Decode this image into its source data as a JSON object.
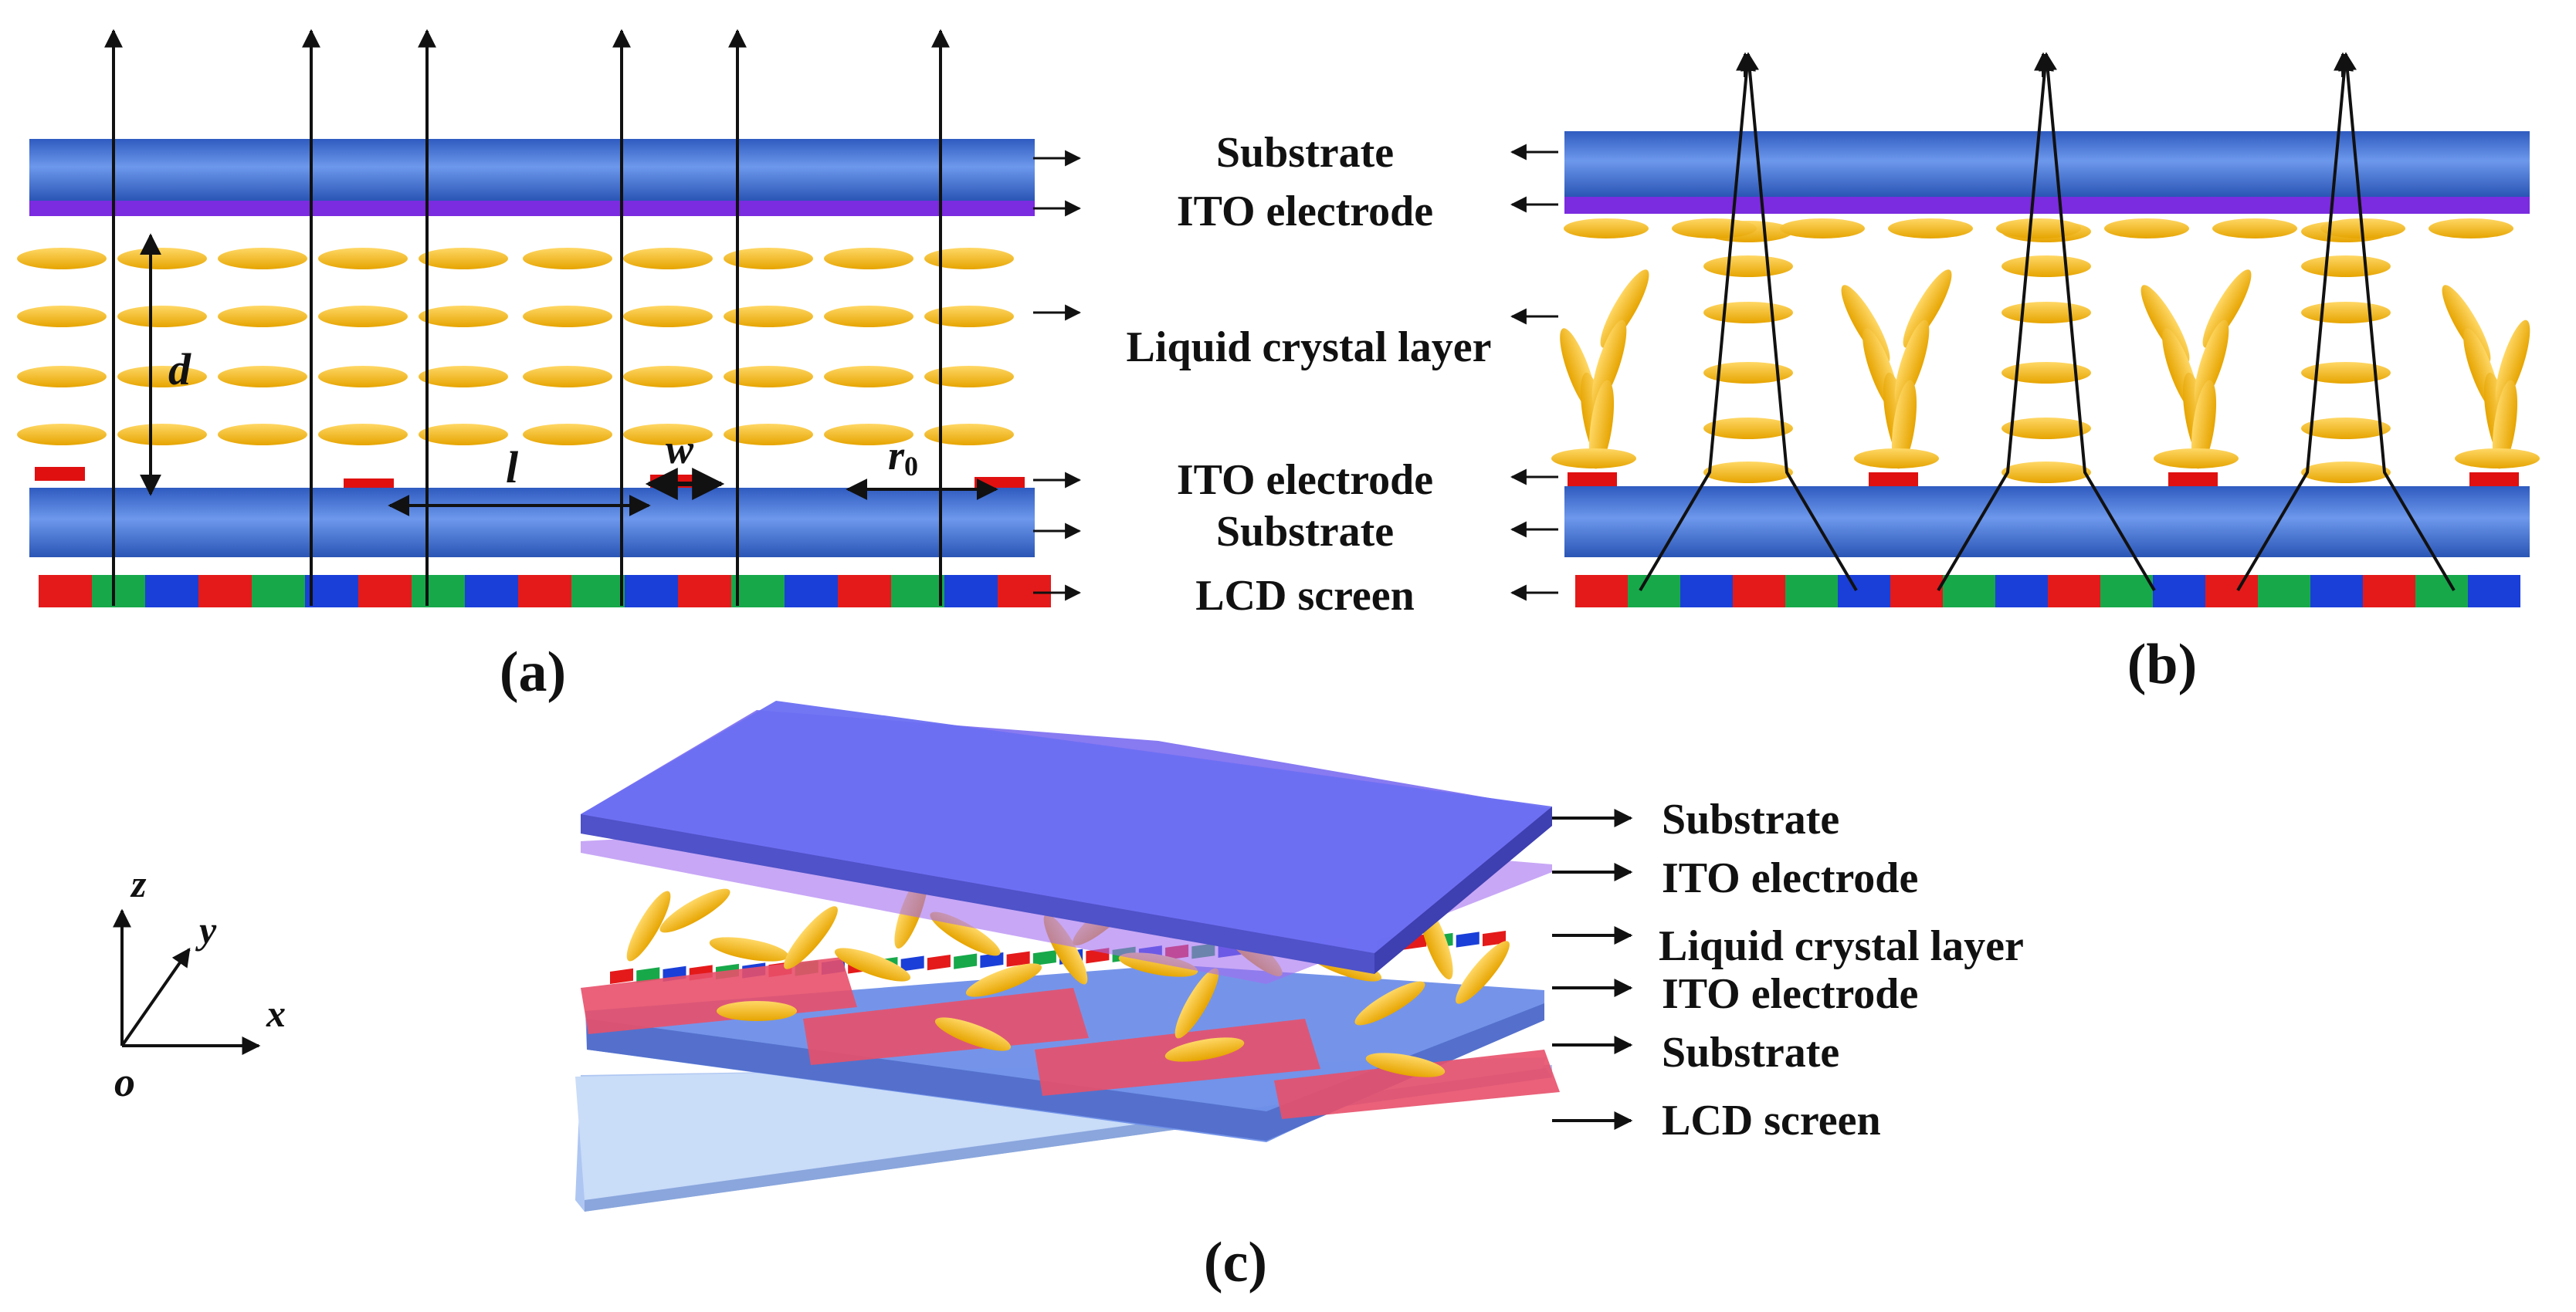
{
  "panels": {
    "a": {
      "caption": "(a)",
      "labels": [
        "Substrate",
        "ITO electrode",
        "Liquid crystal layer",
        "ITO electrode",
        "Substrate",
        "LCD screen"
      ],
      "dims": {
        "d": "d",
        "l": "l",
        "w": "w",
        "r0": "r",
        "r0_sub": "0"
      }
    },
    "b": {
      "caption": "(b)"
    },
    "c": {
      "caption": "(c)",
      "labels": [
        "Substrate",
        "ITO electrode",
        "Liquid crystal layer",
        "ITO electrode",
        "Substrate",
        "LCD screen"
      ]
    }
  },
  "axes": {
    "z": "z",
    "y": "y",
    "x": "x",
    "o": "o"
  },
  "colors": {
    "substrate": "#3f6fd0",
    "ito": "#7b2be0",
    "lc": "#f4b400",
    "electrode": "#e01010",
    "pixel_red": "#e41a1a",
    "pixel_green": "#17a84a",
    "pixel_blue": "#1a3fd8"
  }
}
